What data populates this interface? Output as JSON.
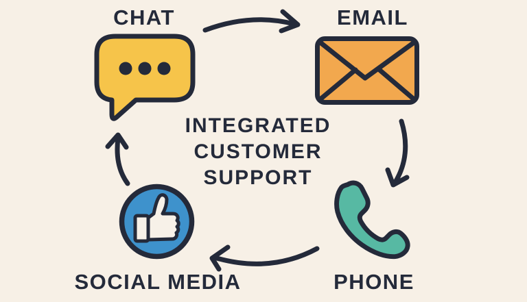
{
  "app": {
    "background_color": "#f7f0e6",
    "ink_color": "#242a3a"
  },
  "title": {
    "lines": [
      "INTEGRATED",
      "CUSTOMER",
      "SUPPORT"
    ]
  },
  "nodes": {
    "chat": {
      "label": "CHAT",
      "icon": "chat-bubble-icon",
      "fill": "#f6c44a"
    },
    "email": {
      "label": "EMAIL",
      "icon": "envelope-icon",
      "fill": "#f2a84e"
    },
    "phone": {
      "label": "PHONE",
      "icon": "phone-handset-icon",
      "fill": "#57b9a3"
    },
    "social": {
      "label": "SOCIAL MEDIA",
      "icon": "thumbs-up-icon",
      "fill": "#3e92cc",
      "thumb_fill": "#f7f1e8"
    }
  }
}
